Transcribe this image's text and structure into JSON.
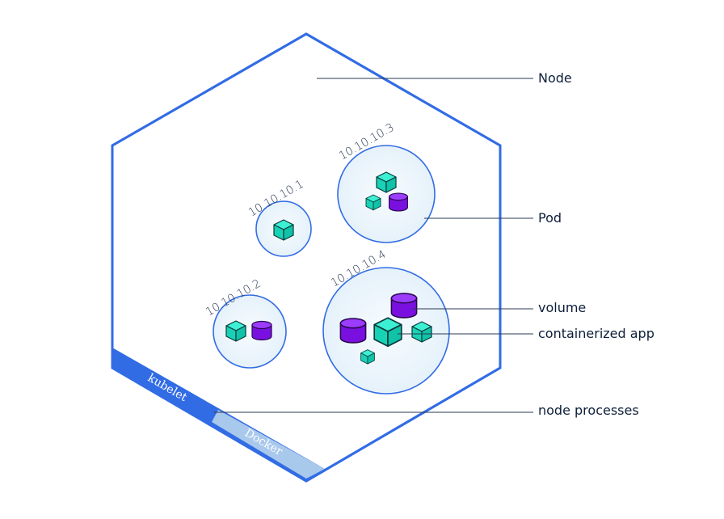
{
  "labels": {
    "node": "Node",
    "pod": "Pod",
    "volume": "volume",
    "containerized_app": "containerized app",
    "node_processes": "node processes"
  },
  "pods": [
    {
      "ip": "10.10.10.1"
    },
    {
      "ip": "10.10.10.2"
    },
    {
      "ip": "10.10.10.3"
    },
    {
      "ip": "10.10.10.4"
    }
  ],
  "processes": {
    "kubelet": "kubelet",
    "docker": "Docker"
  },
  "colors": {
    "hex_stroke": "#326ce5",
    "pod_fill": "#e8f4fb",
    "container": "#1ce0c0",
    "volume": "#8a1ff0",
    "kubelet_band": "#326ce5",
    "docker_band": "#a8c8ec"
  }
}
